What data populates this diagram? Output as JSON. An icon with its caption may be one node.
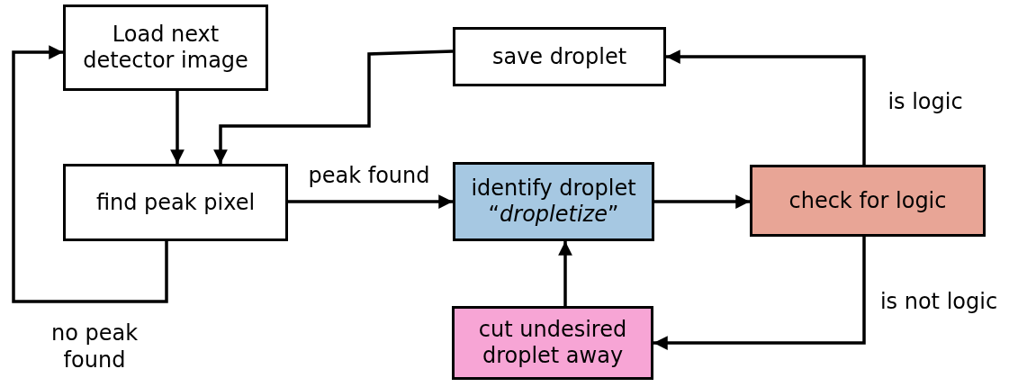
{
  "diagram": {
    "nodes": [
      {
        "text": [
          "Load next detector image"
        ]
      },
      {
        "text": [
          "find peak pixel"
        ]
      },
      {
        "text": [
          "save droplet"
        ]
      },
      {
        "text": [
          "identify droplet",
          "“*dropletize*”"
        ]
      },
      {
        "text": [
          "check for logic"
        ]
      },
      {
        "text": [
          "cut undesired droplet away"
        ]
      }
    ],
    "edges": [
      {
        "from": 0,
        "to": 1,
        "arrow": "to"
      },
      {
        "from": 1,
        "to": 3,
        "arrow": "to",
        "label": "peak found"
      },
      {
        "from": 1,
        "to": 0,
        "arrow": "to",
        "label": "no peak found"
      },
      {
        "from": 2,
        "to": 1,
        "arrow": "to"
      },
      {
        "from": 3,
        "to": 4,
        "arrow": "to"
      },
      {
        "from": 4,
        "to": 2,
        "arrow": "to",
        "label": "is logic"
      },
      {
        "from": 4,
        "to": 5,
        "arrow": "to",
        "label": "is not logic"
      },
      {
        "from": 5,
        "to": 3,
        "arrow": "to"
      }
    ]
  }
}
